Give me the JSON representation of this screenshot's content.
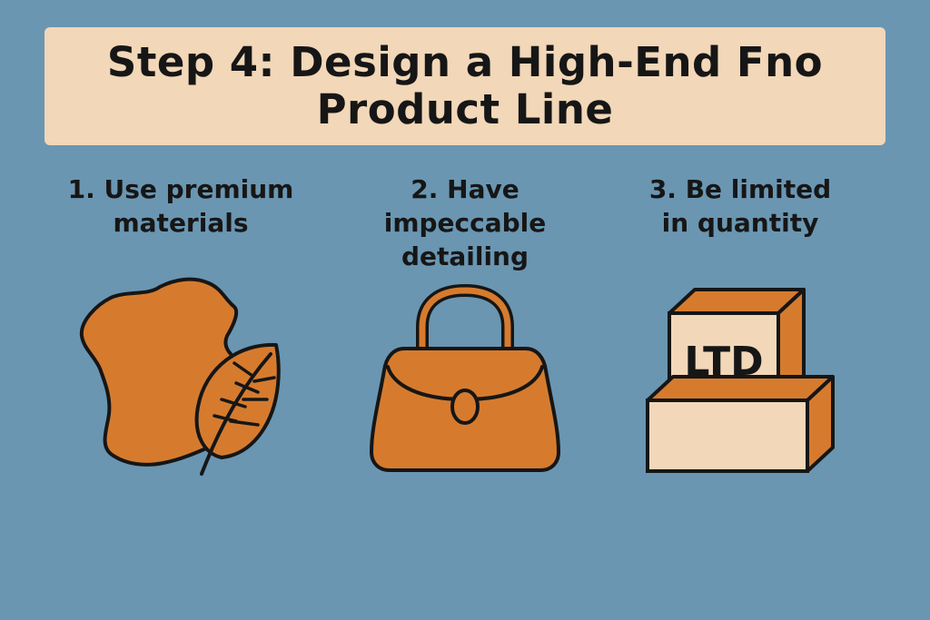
{
  "title": {
    "line1": "Step 4: Design a High-End Fno",
    "line2": "Product Line"
  },
  "steps": [
    {
      "line1": "1. Use premium",
      "line2": "materials",
      "icon": "leather-leaf-icon"
    },
    {
      "line1": "2. Have",
      "line2": "impeccable",
      "line3": "detailing",
      "icon": "handbag-icon"
    },
    {
      "line1": "3. Be limited",
      "line2": "in quantity",
      "icon": "limited-box-icon",
      "badge": "LTD"
    }
  ],
  "colors": {
    "background": "#6a96b2",
    "banner": "#f2d7b8",
    "accent": "#d67b2e",
    "cream": "#f2d7b8",
    "ink": "#161616"
  }
}
